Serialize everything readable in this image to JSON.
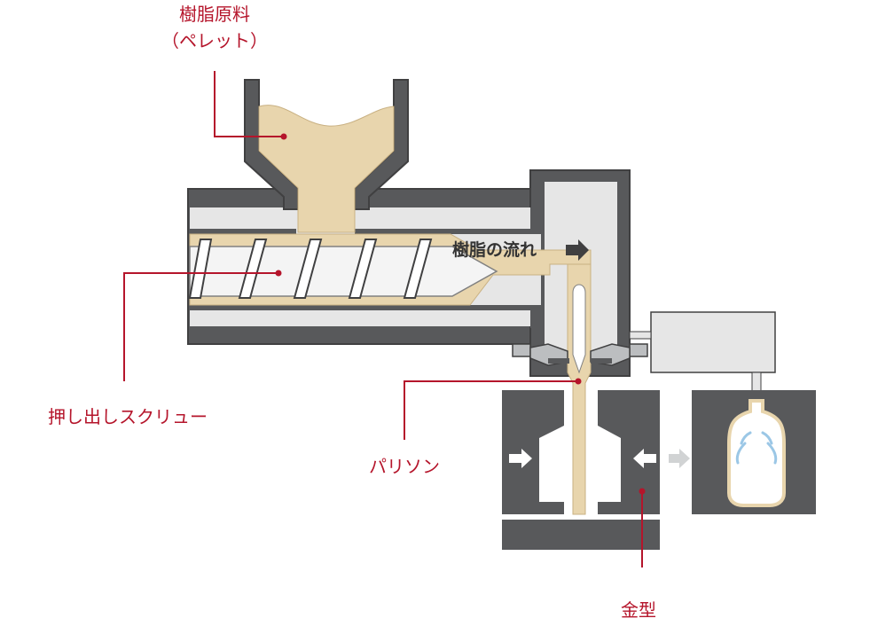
{
  "labels": {
    "resin_pellet_line1": "樹脂原料",
    "resin_pellet_line2": "（ペレット）",
    "resin_flow": "樹脂の流れ",
    "screw": "押し出しスクリュー",
    "parison": "パリソン",
    "mold": "金型"
  },
  "icons": {
    "flow_arrow": "arrow-right-icon",
    "clamp_arrow_left": "arrow-right-icon",
    "clamp_arrow_right": "arrow-left-icon",
    "process_arrow": "arrow-right-icon"
  },
  "colors": {
    "machine_body": "#58595b",
    "machine_outline": "#404041",
    "chamber": "#e6e6e6",
    "resin": "#e8d5ad",
    "resin_outline": "#c9b183",
    "mold": "#58595b",
    "callout": "#b5152b",
    "blow_air": "#9bc7e6",
    "unit_box": "#e6e6e6"
  }
}
